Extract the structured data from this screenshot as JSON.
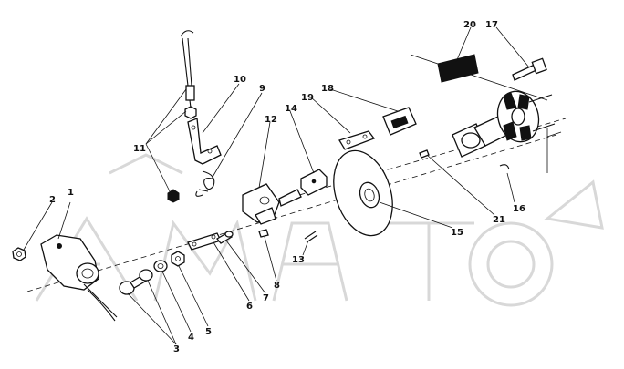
{
  "diagram": {
    "callouts": [
      "1",
      "2",
      "3",
      "4",
      "5",
      "6",
      "7",
      "8",
      "9",
      "10",
      "11",
      "12",
      "13",
      "14",
      "15",
      "16",
      "17",
      "18",
      "19",
      "20",
      "21"
    ]
  },
  "colors": {
    "ink": "#111111",
    "watermark": "#d8d8d8",
    "background": "#ffffff"
  }
}
